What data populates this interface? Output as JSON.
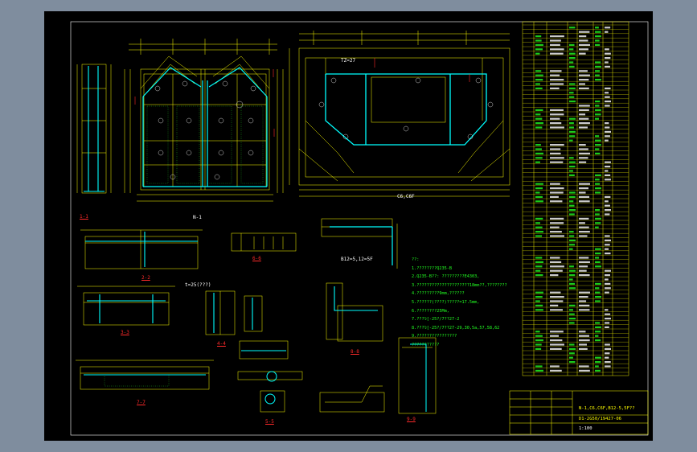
{
  "drawing": {
    "background_color": "#7f8d9e",
    "sheet_color": "#000000",
    "colors": {
      "yellow": "#ffff00",
      "cyan": "#00ffff",
      "green": "#22ff22",
      "red": "#ff2a2a",
      "white": "#ffffff"
    }
  },
  "views": {
    "sec_1_1": "1-1",
    "sec_n_1": "N-1",
    "sec_c6_c6f": "C6,C6F",
    "sec_2_2": "2-2",
    "sec_6_6": "6-6",
    "sec_3_3": "3-3",
    "sec_4_4": "4-4",
    "sec_5_5": "5-5",
    "sec_7_7": "7-7",
    "sec_8_8": "8-8",
    "sec_9_9": "9-9"
  },
  "annotations": {
    "t_plate": "t=25(???)",
    "b12_span": "B12=5,12=5F",
    "tz_top": "TZ=27"
  },
  "notes": {
    "heading": "??:",
    "lines": [
      "1.????????Q235-B",
      "2.Q235-B??: ?????????E4303,",
      "3.?????????????????????18mm??,????????",
      "4.?????????9mm,??????",
      "5.??????(????)?????=17.5mm,",
      "6.????????25Mm,",
      "7.???ŀ[-25?/7??27-2",
      "8.???ŀ[-25?/7??27-29,30,5a,57,58,62",
      "9.????????????????",
      "  ???????????"
    ]
  },
  "title_block": {
    "title": "N-1,C6,C6F,B12-5,5F??",
    "drawing_no": "D1-2G50/19427-06",
    "scale_label": "1:100"
  }
}
